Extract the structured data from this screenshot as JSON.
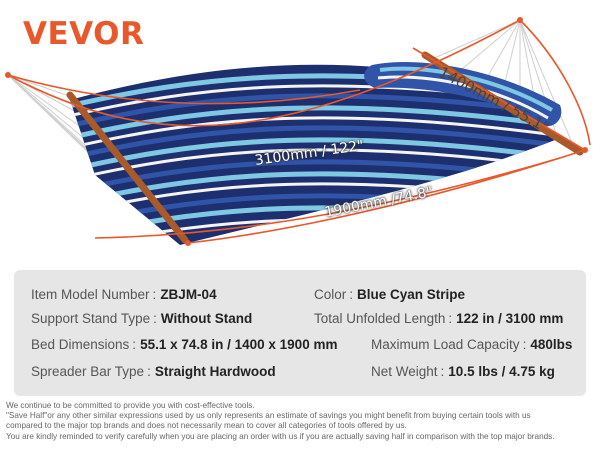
{
  "brand": {
    "name": "VEVOR",
    "color": "#e8582a"
  },
  "dimensions": {
    "width": "1400mm / 55.1\"",
    "length": "3100mm / 122\"",
    "bed": "1900mm /74.8\""
  },
  "colors": {
    "navy": "#1d2f6e",
    "royal": "#2f54a8",
    "cyan": "#7fc8e4",
    "white": "#f4f4f4",
    "wood": "#a85a2a",
    "panel": "#e6e6e6"
  },
  "specs": [
    {
      "label": "Item Model Number",
      "value": "ZBJM-04"
    },
    {
      "label": "Color",
      "value": "Blue Cyan Stripe"
    },
    {
      "label": "Support Stand Type",
      "value": "Without Stand"
    },
    {
      "label": "Total Unfolded Length",
      "value": "122 in / 3100 mm"
    },
    {
      "label": "Bed Dimensions",
      "value": "55.1 x 74.8 in / 1400 x 1900 mm"
    },
    {
      "label": "Maximum Load Capacity",
      "value": "480lbs"
    },
    {
      "label": "Spreader Bar Type",
      "value": "Straight Hardwood"
    },
    {
      "label": "Net Weight",
      "value": "10.5 lbs / 4.75 kg"
    }
  ],
  "disclaimer": [
    "We continue to be committed to provide you with cost-effective tools.",
    "\"Save Half\"or any other similar expressions used by us only represents an estimate of savings you might benefit from buying certain tools with us",
    "compared to the major top brands and does not necessarily mean to cover all categories of tools offered by us.",
    "You are kindly reminded to verify carefully when you are placing an order with us if you are actually saving half in comparison with the top major brands."
  ]
}
